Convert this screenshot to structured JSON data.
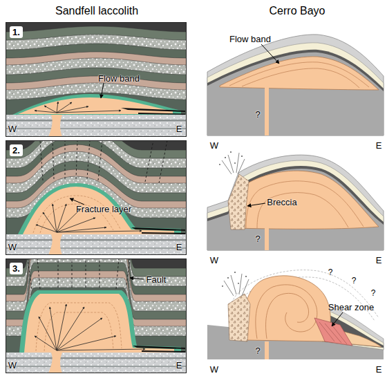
{
  "diagram": {
    "nodes": [
      {
        "text": [
          "1."
        ]
      },
      {
        "text": [
          "2."
        ]
      },
      {
        "text": [
          "3."
        ]
      }
    ],
    "labels": [
      "Sandfell laccolith",
      "Cerro Bayo",
      "Flow band",
      "Flow band",
      "?",
      "W",
      "E",
      "W",
      "E",
      "Fracture layer",
      "Breccia",
      "?",
      "W",
      "E",
      "W",
      "E",
      "Fault",
      "Shear zone",
      "?",
      "?",
      "?",
      "?",
      "W",
      "E",
      "W",
      "E"
    ]
  }
}
